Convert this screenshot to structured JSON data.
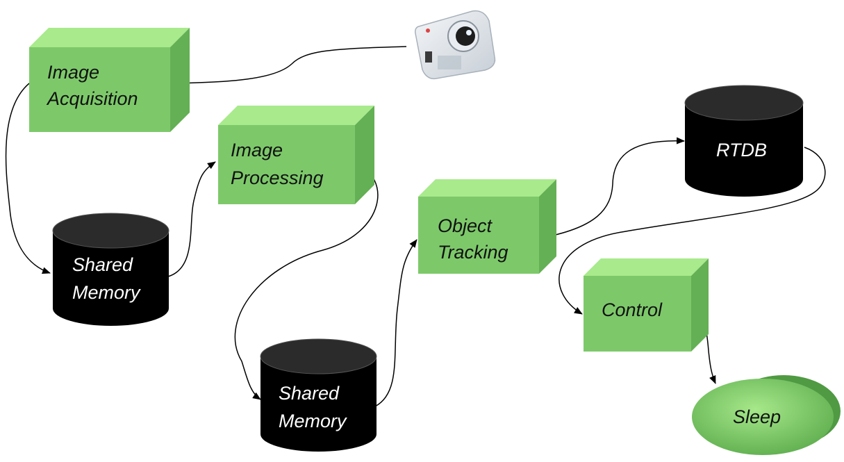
{
  "colors": {
    "box_front": "#7dc96a",
    "box_top": "#a8ea8c",
    "box_side": "#64b054",
    "cylinder_body": "#000000",
    "cylinder_top": "#2b2b2b",
    "cylinder_text": "#ffffff",
    "box_text": "#111111",
    "arrow": "#000000",
    "background": "#ffffff"
  },
  "nodes": {
    "image_acquisition": {
      "line1": "Image",
      "line2": "Acquisition"
    },
    "shared_memory_1": {
      "line1": "Shared",
      "line2": "Memory"
    },
    "image_processing": {
      "line1": "Image",
      "line2": "Processing"
    },
    "shared_memory_2": {
      "line1": "Shared",
      "line2": "Memory"
    },
    "object_tracking": {
      "line1": "Object",
      "line2": "Tracking"
    },
    "rtdb": {
      "label": "RTDB"
    },
    "control": {
      "label": "Control"
    },
    "sleep": {
      "label": "Sleep"
    }
  },
  "icons": {
    "camera": "camera-icon"
  }
}
